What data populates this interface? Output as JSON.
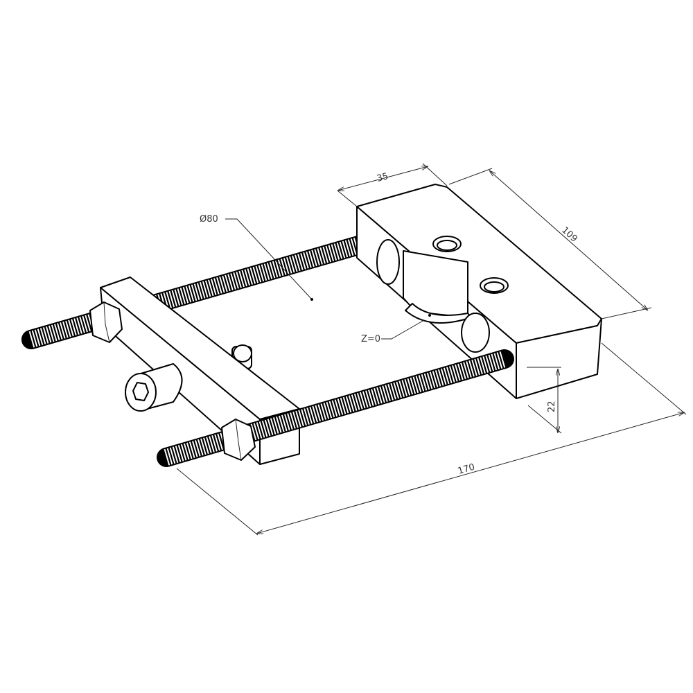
{
  "drawing": {
    "title": "Puller assembly isometric view",
    "dimensions": {
      "width_top": "35",
      "length": "109",
      "diameter": "Ø80",
      "zero_ref": "Z=0",
      "height": "22",
      "overall": "170"
    },
    "colors": {
      "line": "#000000",
      "background": "#ffffff"
    }
  }
}
